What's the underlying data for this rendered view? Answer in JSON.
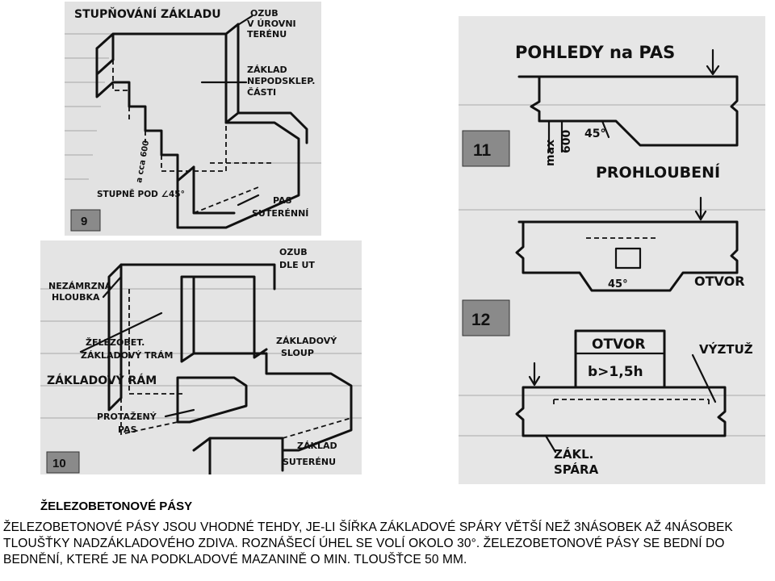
{
  "figure9": {
    "title": "STUPŇOVÁNÍ ZÁKLADU",
    "number": "9",
    "label_ozub_1": "OZUB",
    "label_ozub_2": "V ÚROVNI",
    "label_ozub_3": "TERÉNU",
    "label_zaklad_1": "ZÁKLAD",
    "label_zaklad_2": "NEPODSKLEP.",
    "label_zaklad_3": "ČÁSTI",
    "label_dim": "a cca 600",
    "label_stupne": "STUPNĚ POD ∠45°",
    "label_pas_1": "PAS",
    "label_pas_2": "SUTERÉNNÍ"
  },
  "figure10": {
    "title": "ZÁKLADOVÝ RÁM",
    "number": "10",
    "label_nezam_1": "NEZÁMRZNÁ",
    "label_nezam_2": "HLOUBKA",
    "label_ozub_1": "OZUB",
    "label_ozub_2": "DLE UT",
    "label_tram_1": "ŽELEZOBET.",
    "label_tram_2": "ZÁKLADOVÝ TRÁM",
    "label_sloup_1": "ZÁKLADOVÝ",
    "label_sloup_2": "SLOUP",
    "label_prot_1": "PROTAŽENÝ",
    "label_prot_2": "PAS",
    "label_zakl_1": "ZÁKLAD",
    "label_zakl_2": "SUTERÉNU"
  },
  "figure11": {
    "title": "POHLEDY na PAS",
    "number_11": "11",
    "number_12": "12",
    "label_max": "max",
    "label_600": "600",
    "label_45a": "45°",
    "label_prohloubeni": "PROHLOUBENÍ",
    "label_45b": "45°",
    "label_otvor": "OTVOR",
    "label_otvor_box": "OTVOR",
    "label_b": "b>1,5h",
    "label_vyztuz": "VÝZTUŽ",
    "label_zakl_1": "ZÁKL.",
    "label_zakl_2": "SPÁRA"
  },
  "caption": {
    "title": "ŽELEZOBETONOVÉ PÁSY",
    "body": "ŽELEZOBETONOVÉ PÁSY JSOU VHODNÉ TEHDY, JE-LI ŠÍŘKA ZÁKLADOVÉ SPÁRY VĚTŠÍ NEŽ 3NÁSOBEK AŽ 4NÁSOBEK TLOUŠŤKY NADZÁKLADOVÉHO ZDIVA. ROZNÁŠECÍ ÚHEL SE VOLÍ OKOLO 30°. ŽELEZOBETONOVÉ PÁSY SE BEDNÍ DO BEDNĚNÍ, KTERÉ JE NA PODKLADOVÉ MAZANINĚ O MIN. TLOUŠŤCE 50 MM."
  },
  "colors": {
    "figure_bg": "#e2e2e2",
    "badge": "#8a8a8a",
    "ink": "#111111"
  }
}
